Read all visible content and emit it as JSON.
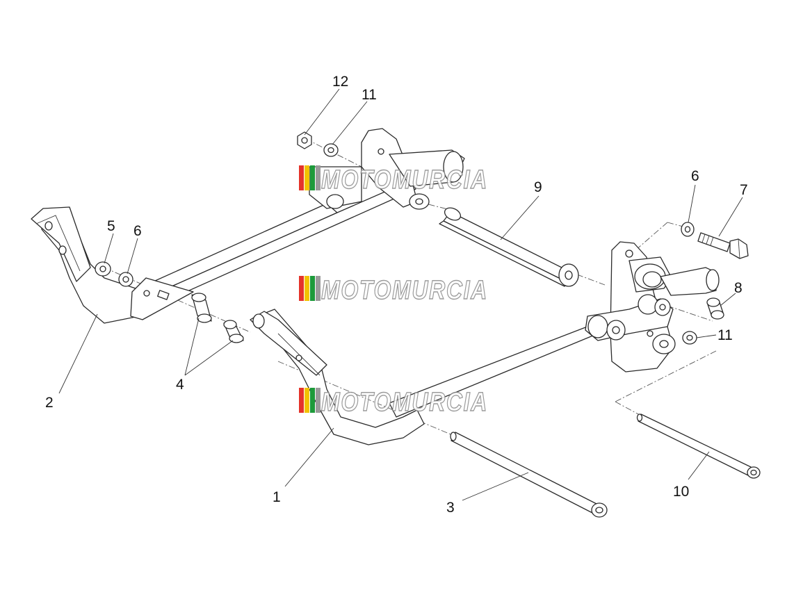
{
  "watermark": {
    "text": "MOTOMURCIA",
    "colors": [
      "#e5332a",
      "#f2c200",
      "#1e9a3a",
      "#9a9a9a"
    ]
  },
  "callouts": {
    "c1": "1",
    "c2": "2",
    "c3": "3",
    "c4": "4",
    "c5": "5",
    "c6a": "6",
    "c6b": "6",
    "c7": "7",
    "c8": "8",
    "c9": "9",
    "c10": "10",
    "c11a": "11",
    "c11b": "11",
    "c12": "12"
  }
}
